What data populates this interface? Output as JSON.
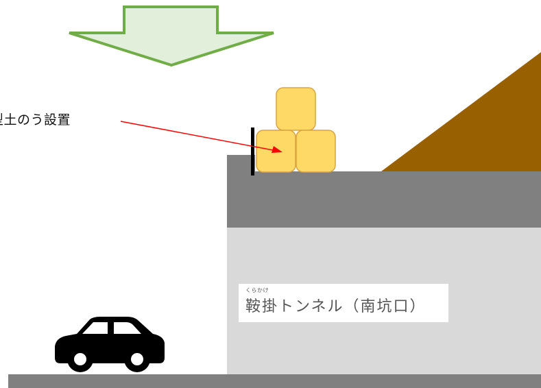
{
  "callout": {
    "label": "型土のう設置"
  },
  "tunnel_sign": {
    "ruby": "くらかけ",
    "name": "鞍掛トンネル（南坑口）"
  },
  "colors": {
    "arrow_fill": "#e2efda",
    "arrow_stroke": "#70ad47",
    "sandbag_fill": "#ffd966",
    "sandbag_stroke": "#d9a441",
    "slope_fill": "#996000",
    "portal_top": "#808080",
    "portal_wall": "#d9d9d9",
    "road": "#808080",
    "pointer_line": "#ff0000",
    "barrier": "#000000",
    "car": "#000000"
  },
  "icons": {
    "direction_arrow": "down-arrow-icon",
    "vehicle": "car-icon"
  }
}
